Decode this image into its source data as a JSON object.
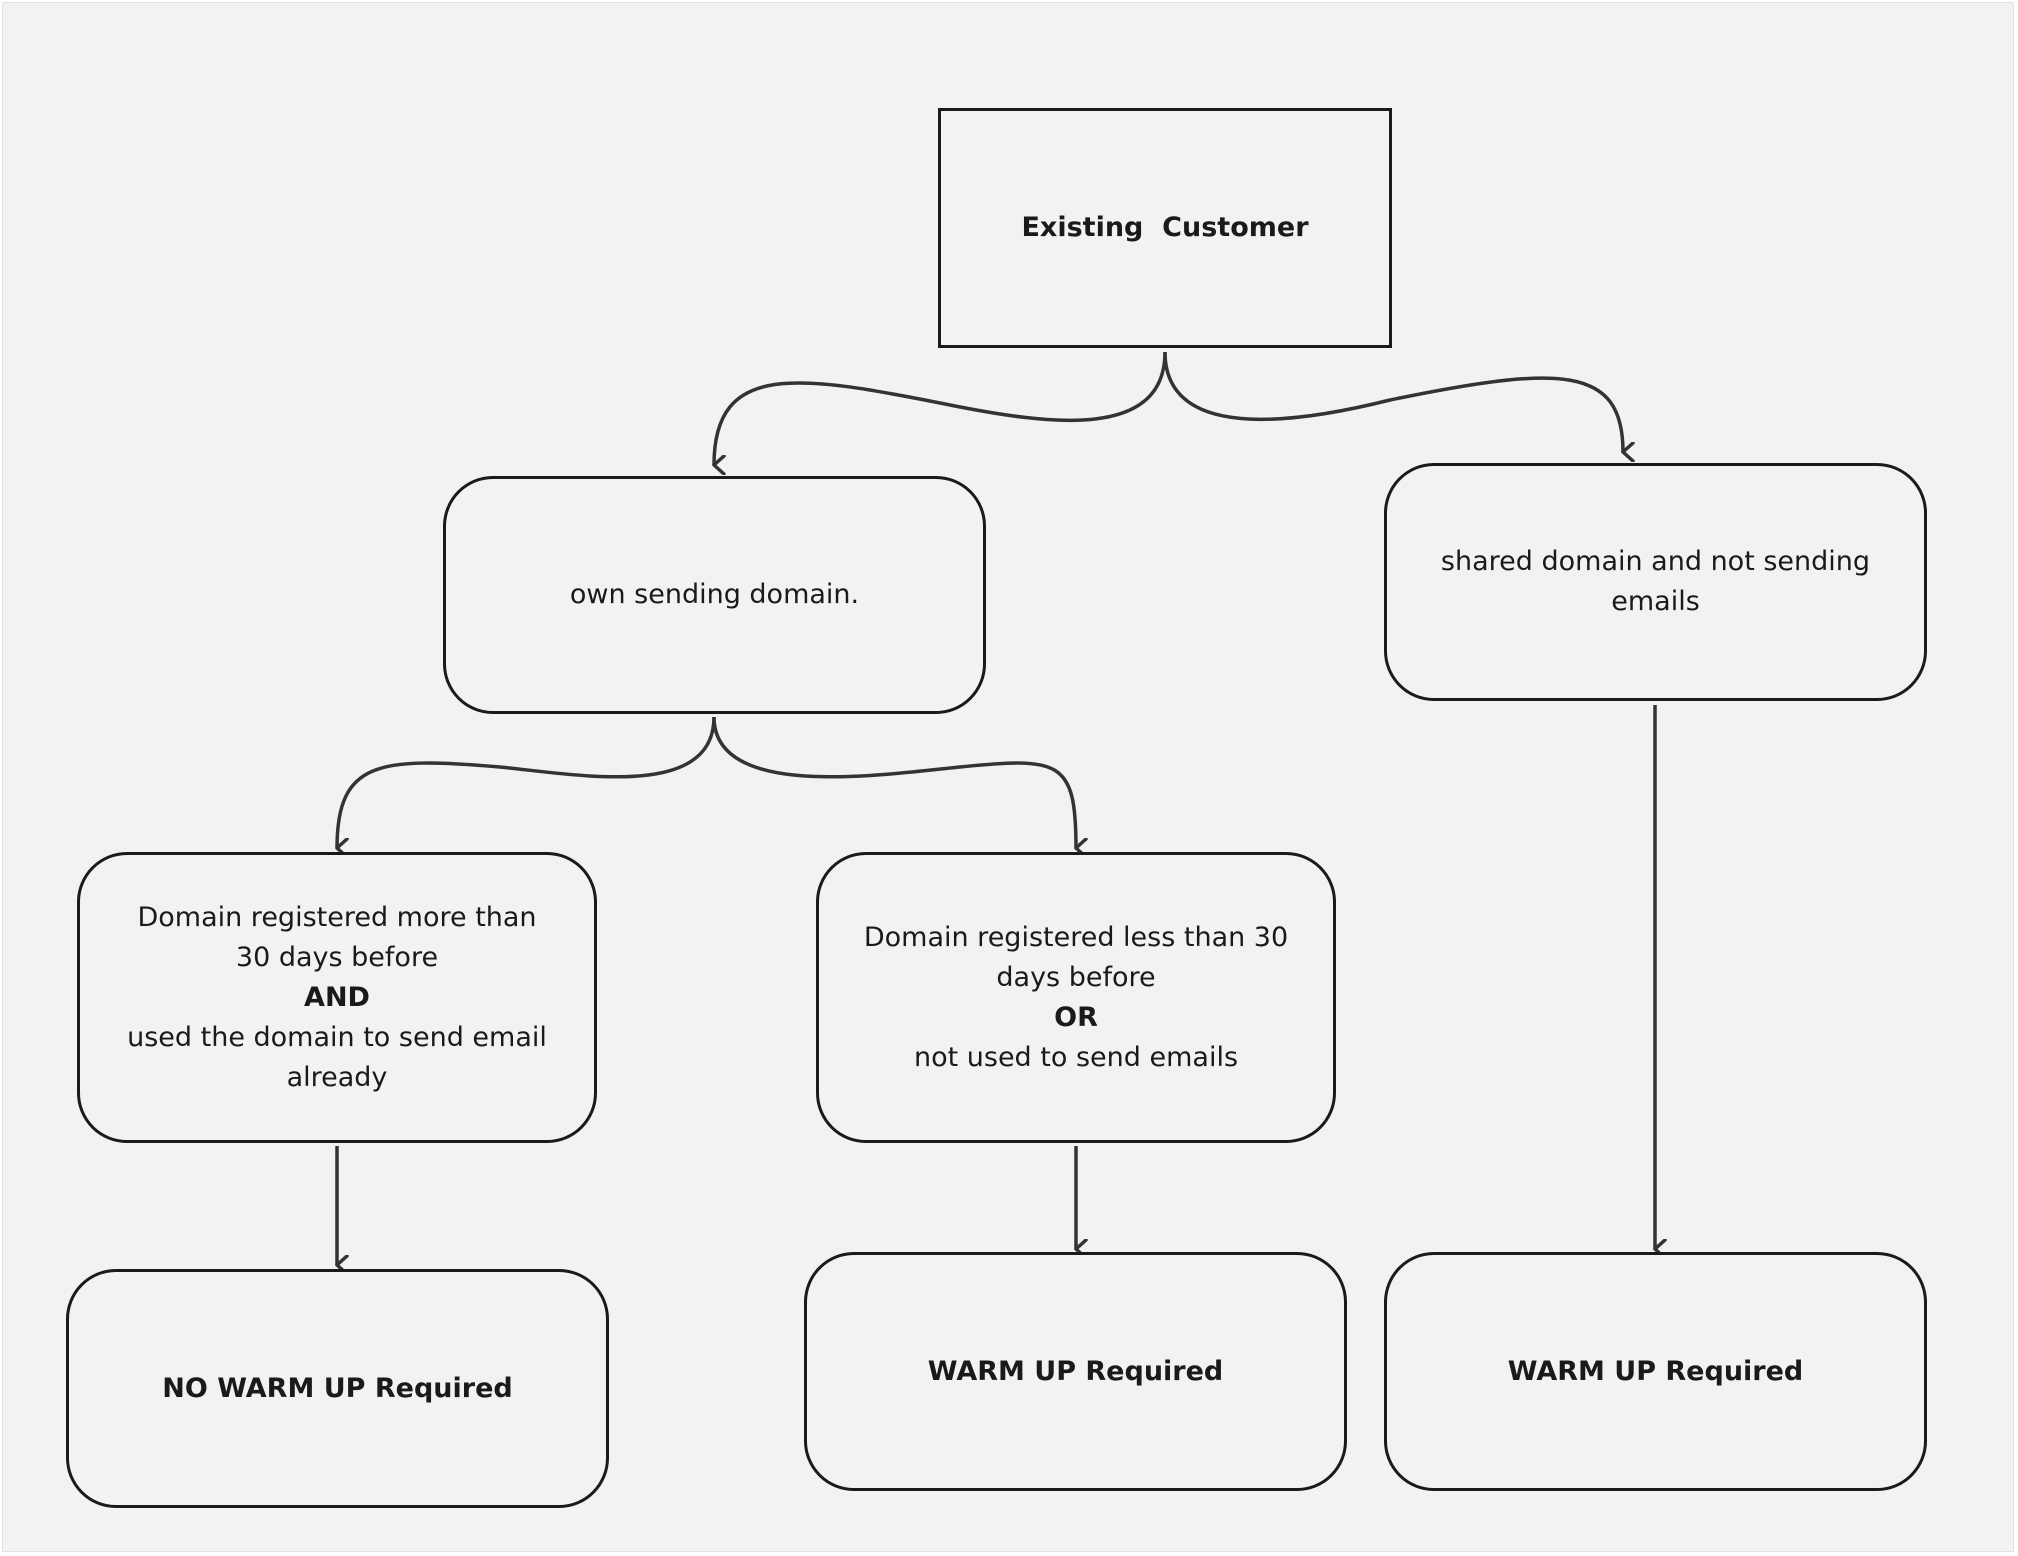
{
  "diagram": {
    "type": "flowchart",
    "nodes": {
      "root": {
        "text": "Existing  Customer"
      },
      "own": {
        "text": "own sending domain."
      },
      "shared": {
        "text": "shared domain and not sending emails"
      },
      "more30": {
        "line1": "Domain registered more than 30 days before",
        "connector": "AND",
        "line2": "used the domain to send email already"
      },
      "less30": {
        "line1": "Domain registered less than 30 days before",
        "connector": "OR",
        "line2": "not used to send emails"
      },
      "no_warmup": {
        "text": "NO WARM UP Required"
      },
      "warmup_1": {
        "text": "WARM UP Required"
      },
      "warmup_2": {
        "text": "WARM UP Required"
      }
    },
    "edges": [
      {
        "from": "root",
        "to": "own"
      },
      {
        "from": "root",
        "to": "shared"
      },
      {
        "from": "own",
        "to": "more30"
      },
      {
        "from": "own",
        "to": "less30"
      },
      {
        "from": "more30",
        "to": "no_warmup"
      },
      {
        "from": "less30",
        "to": "warmup_1"
      },
      {
        "from": "shared",
        "to": "warmup_2"
      }
    ]
  }
}
